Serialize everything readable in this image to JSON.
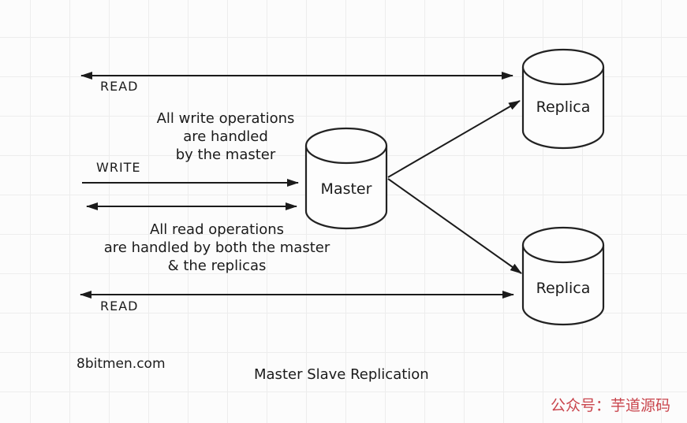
{
  "diagram": {
    "caption": "Master Slave Replication",
    "brand": "8bitmen.com",
    "badge": "公众号：芋道源码"
  },
  "colors": {
    "ink": "#1b1b1b",
    "background": "#fcfcfc",
    "grid_line": "#ededed",
    "node_fill": "#fdfdfd",
    "badge_red": "#c9454d"
  },
  "nodes": {
    "master": {
      "label": "Master",
      "type": "database-cylinder"
    },
    "replica_top": {
      "label": "Replica",
      "type": "database-cylinder"
    },
    "replica_bottom": {
      "label": "Replica",
      "type": "database-cylinder"
    }
  },
  "arrow_labels": {
    "read_top": "READ",
    "write": "WRITE",
    "read_bottom": "READ"
  },
  "arrows": [
    {
      "id": "read-arrow-top",
      "label": "READ",
      "heads": "both",
      "connects": "left edge to top replica"
    },
    {
      "id": "write-arrow",
      "label": "WRITE",
      "heads": "end",
      "connects": "left edge to master"
    },
    {
      "id": "master-bidirectional-arrow",
      "label": "",
      "heads": "both",
      "connects": "left edge to master"
    },
    {
      "id": "read-arrow-bottom",
      "label": "READ",
      "heads": "both",
      "connects": "left edge to bottom replica"
    },
    {
      "id": "replication-arrow-top",
      "label": "",
      "heads": "end",
      "connects": "master to top replica"
    },
    {
      "id": "replication-arrow-bottom",
      "label": "",
      "heads": "end",
      "connects": "master to bottom replica"
    }
  ],
  "notes": {
    "write": {
      "lines": [
        "All write operations",
        "are handled",
        "by the master"
      ]
    },
    "read": {
      "lines": [
        "All read operations",
        "are handled by both the master",
        "& the replicas"
      ]
    }
  }
}
